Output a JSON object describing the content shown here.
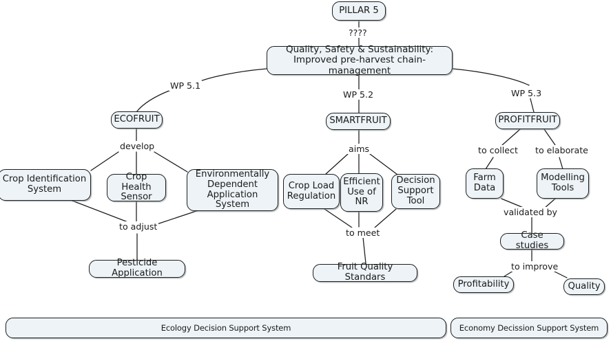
{
  "diagram": {
    "title": "PILLAR 5 concept map",
    "style": {
      "node_fill": "#edf3f6",
      "node_border": "#1c1c1c",
      "edge_color": "#1a1a1a",
      "background": "#ffffff"
    },
    "nodes": [
      {
        "id": "pillar5",
        "label": "PILLAR 5"
      },
      {
        "id": "quality",
        "label": "Quality, Safety & Sustainability:\nImproved pre-harvest chain-management",
        "line1": "Quality, Safety & Sustainability:",
        "line2": "Improved pre-harvest chain-management"
      },
      {
        "id": "ecofruit",
        "label": "ECOFRUIT"
      },
      {
        "id": "smartfruit",
        "label": "SMARTFRUIT"
      },
      {
        "id": "profitfruit",
        "label": "PROFITFRUIT"
      },
      {
        "id": "cropid",
        "line1": "Crop Identification",
        "line2": "System"
      },
      {
        "id": "crophealth",
        "line1": "Crop Health",
        "line2": "Sensor"
      },
      {
        "id": "envdep",
        "line1": "Environmentally",
        "line2": "Dependent",
        "line3": "Application System"
      },
      {
        "id": "pesticide",
        "label": "Pesticide Application"
      },
      {
        "id": "cropload",
        "line1": "Crop Load",
        "line2": "Regulation"
      },
      {
        "id": "efficient",
        "line1": "Efficient",
        "line2": "Use of",
        "line3": "NR"
      },
      {
        "id": "decision",
        "line1": "Decision",
        "line2": "Support",
        "line3": "Tool"
      },
      {
        "id": "fruitstd",
        "label": "Fruit Quality Standars"
      },
      {
        "id": "farmdata",
        "line1": "Farm",
        "line2": "Data"
      },
      {
        "id": "modelling",
        "line1": "Modelling",
        "line2": "Tools"
      },
      {
        "id": "casestudies",
        "label": "Case studies"
      },
      {
        "id": "profitability",
        "label": "Profitability"
      },
      {
        "id": "quality_leaf",
        "label": "Quality"
      }
    ],
    "edge_labels": {
      "pillar_to_quality": "????",
      "wp51": "WP 5.1",
      "wp52": "WP 5.2",
      "wp53": "WP 5.3",
      "develop": "develop",
      "aims": "aims",
      "to_adjust": "to adjust",
      "to_meet": "to meet",
      "to_collect": "to collect",
      "to_elaborate": "to elaborate",
      "validated_by": "validated by",
      "to_improve": "to improve"
    },
    "bars": [
      {
        "id": "ecology-bar",
        "label": "Ecology Decision Support System"
      },
      {
        "id": "economy-bar",
        "label": "Economy Decission Support System"
      }
    ]
  }
}
